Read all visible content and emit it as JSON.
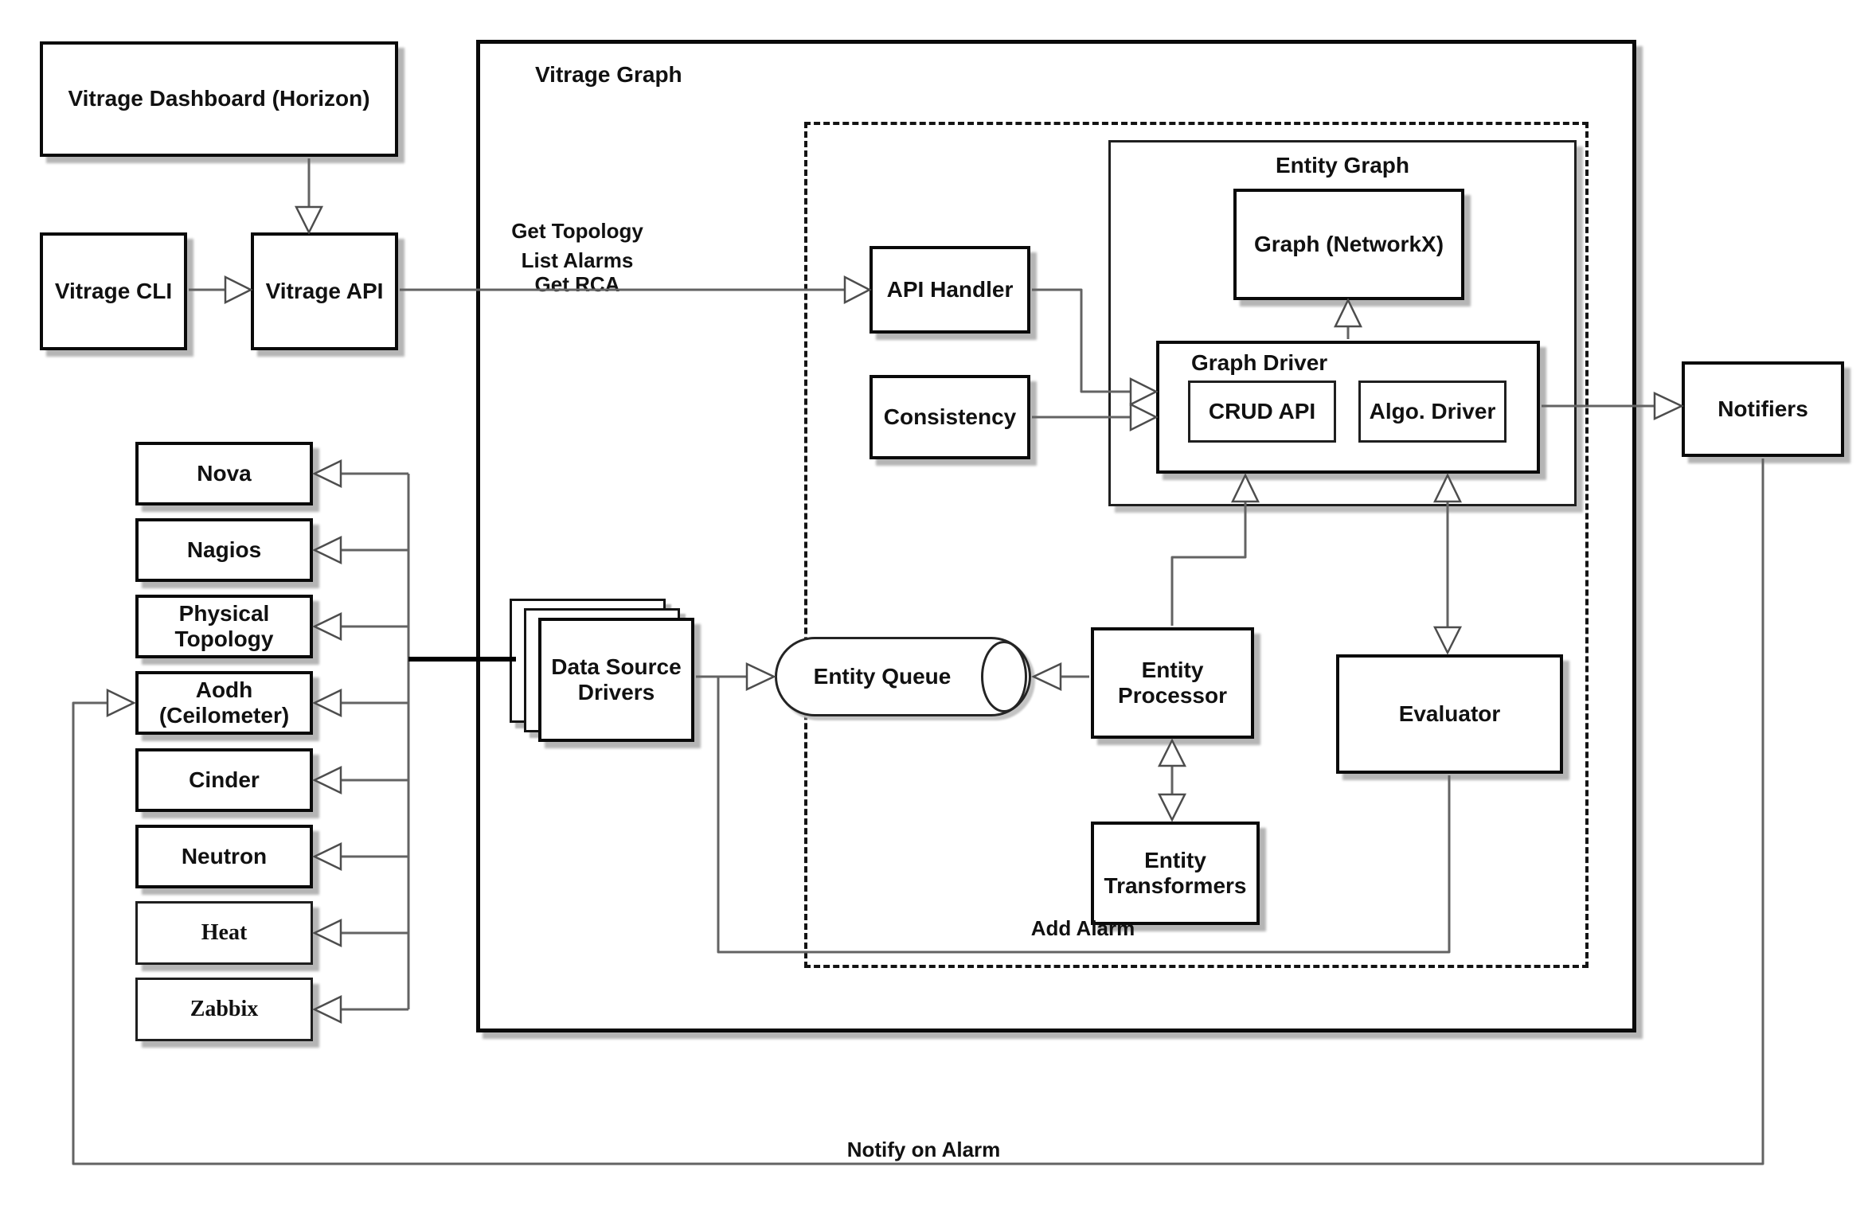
{
  "diagram": {
    "containers": {
      "vitrage_graph": "Vitrage Graph",
      "entity_graph": "Entity Graph",
      "graph_driver": "Graph Driver"
    },
    "nodes": {
      "vitrage_dashboard": "Vitrage Dashboard (Horizon)",
      "vitrage_cli": "Vitrage CLI",
      "vitrage_api": "Vitrage API",
      "api_handler": "API Handler",
      "consistency": "Consistency",
      "graph_networkx": "Graph (NetworkX)",
      "crud_api": "CRUD API",
      "algo_driver": "Algo. Driver",
      "notifiers": "Notifiers",
      "data_source_drivers": "Data Source Drivers",
      "entity_queue": "Entity Queue",
      "entity_processor": "Entity Processor",
      "entity_transformers": "Entity Transformers",
      "evaluator": "Evaluator"
    },
    "sources": [
      "Nova",
      "Nagios",
      "Physical Topology",
      "Aodh (Ceilometer)",
      "Cinder",
      "Neutron",
      "Heat",
      "Zabbix"
    ],
    "edge_labels": {
      "get_topology": "Get Topology",
      "list_alarms": "List Alarms",
      "get_rca": "Get RCA",
      "add_alarm": "Add Alarm",
      "notify_on_alarm": "Notify on Alarm"
    },
    "colors": {
      "background": "#ffffff",
      "box_border": "#0a0a0a",
      "connector_line": "#636363",
      "arrowhead_stroke": "#4d4d4d",
      "shadow": "#b5b5b5"
    }
  }
}
